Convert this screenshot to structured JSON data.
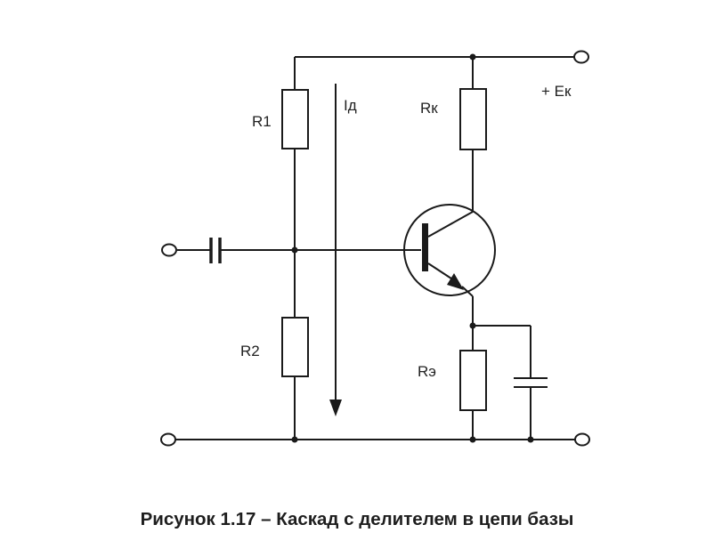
{
  "diagram": {
    "labels": {
      "r1": "R1",
      "r2": "R2",
      "id": "Iд",
      "rk": "Rк",
      "re": "Rэ",
      "ek": "+ Eк"
    },
    "caption": "Рисунок 1.17 – Каскад с делителем в цепи базы"
  }
}
